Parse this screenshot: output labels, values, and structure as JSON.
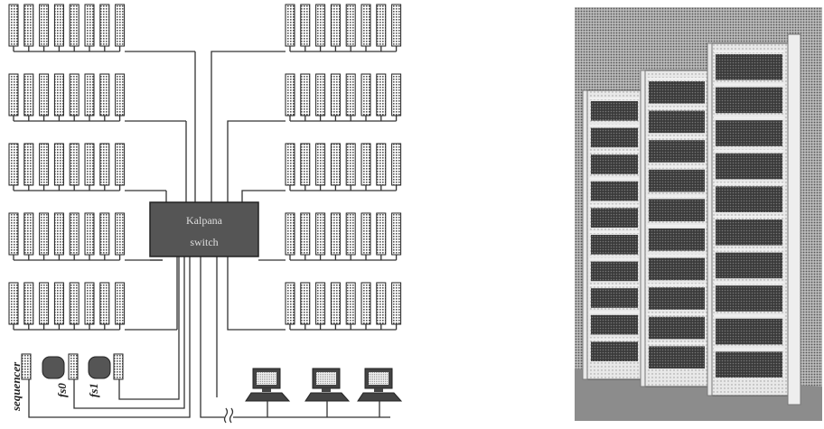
{
  "figure": {
    "switch": {
      "line1": "Kalpana",
      "line2": "switch"
    },
    "labels": {
      "sequencer": "sequencer",
      "fs0": "fs0",
      "fs1": "fs1"
    },
    "colors": {
      "switch_fill": "#555555",
      "switch_text": "#dddddd",
      "line": "#333333",
      "node_border": "#222222"
    },
    "photo": {
      "caption": "",
      "colors": {
        "floor": "#777777",
        "rack": "#d8d8d8",
        "wall": "#8a8a8a",
        "shadow": "#3a3a3a"
      }
    }
  }
}
